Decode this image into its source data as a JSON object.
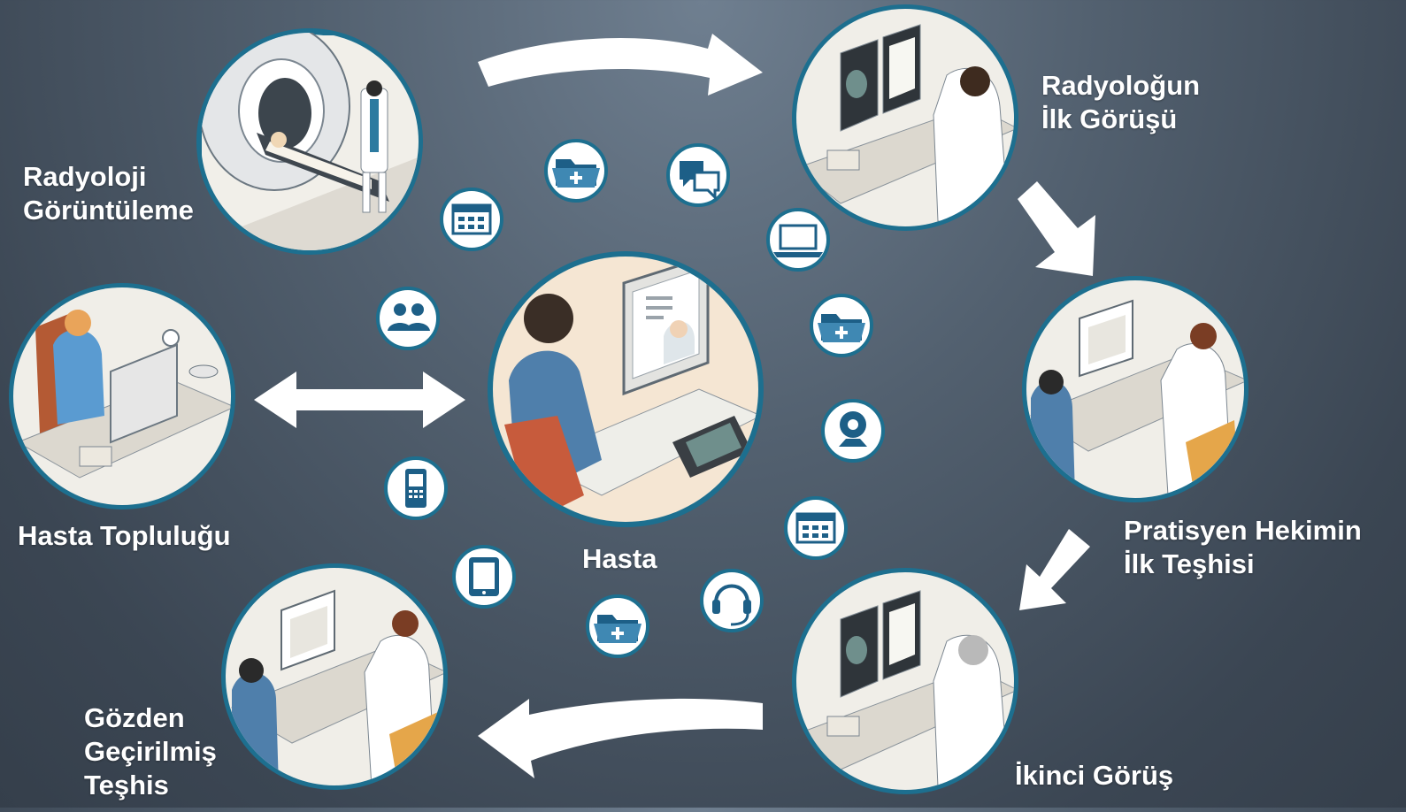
{
  "labels": {
    "radiology_imaging": [
      "Radyoloji",
      "Görüntüleme"
    ],
    "radiologist_first_opinion": [
      "Radyoloğun",
      "İlk Görüşü"
    ],
    "gp_first_diagnosis": [
      "Pratisyen Hekimin",
      "İlk Teşhisi"
    ],
    "second_opinion": [
      "İkinci Görüş"
    ],
    "reviewed_diagnosis": [
      "Gözden",
      "Geçirilmiş",
      "Teşhis"
    ],
    "patient_community": [
      "Hasta Topluluğu"
    ],
    "patient": [
      "Hasta"
    ]
  },
  "icons": [
    {
      "name": "calendar-icon"
    },
    {
      "name": "folder-plus-icon"
    },
    {
      "name": "chat-bubbles-icon"
    },
    {
      "name": "laptop-icon"
    },
    {
      "name": "people-icon"
    },
    {
      "name": "folder-plus-icon"
    },
    {
      "name": "webcam-icon"
    },
    {
      "name": "mobile-phone-icon"
    },
    {
      "name": "calendar-icon"
    },
    {
      "name": "tablet-icon"
    },
    {
      "name": "folder-plus-icon"
    },
    {
      "name": "headset-icon"
    }
  ],
  "colors": {
    "ring": "#1d6f8f",
    "icon_blue": "#1d5f87",
    "arrow": "#ffffff",
    "scene_bg": "#f3f1ec"
  }
}
